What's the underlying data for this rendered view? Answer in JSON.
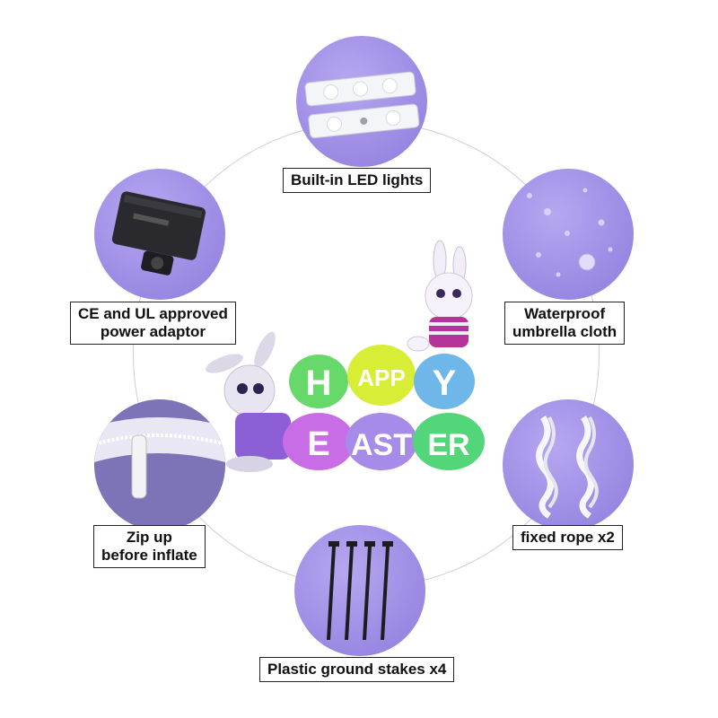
{
  "features": {
    "led": {
      "label": "Built-in LED lights",
      "icon": "led-strip-icon"
    },
    "adaptor": {
      "line1": "CE and UL approved",
      "line2": "power adaptor",
      "icon": "power-adaptor-icon"
    },
    "waterproof": {
      "line1": "Waterproof",
      "line2": "umbrella cloth",
      "icon": "water-droplets-icon"
    },
    "zip": {
      "line1": "Zip up",
      "line2": "before inflate",
      "icon": "zipper-icon"
    },
    "rope": {
      "label": "fixed rope x2",
      "icon": "rope-icon"
    },
    "stakes": {
      "label": "Plastic ground stakes x4",
      "icon": "ground-stake-icon"
    }
  },
  "product": {
    "egg_letters_top": [
      "H",
      "APP",
      "Y"
    ],
    "egg_letters_bottom": [
      "E",
      "AST",
      "ER"
    ]
  },
  "colors": {
    "bubble": "#a08fe6",
    "accent_purple": "#7b3fd1"
  }
}
